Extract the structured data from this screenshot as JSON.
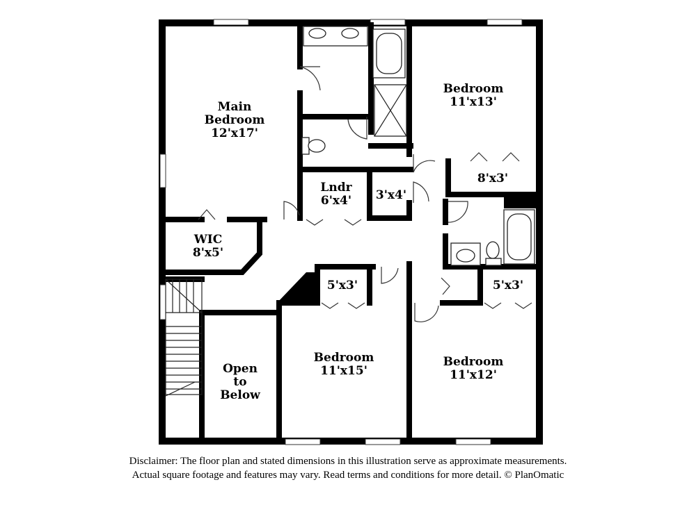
{
  "rooms": {
    "main_bedroom": {
      "name_line1": "Main",
      "name_line2": "Bedroom",
      "size": "12'x17'"
    },
    "bedroom_ne": {
      "name": "Bedroom",
      "size": "11'x13'"
    },
    "closet_ne": {
      "size": "8'x3'"
    },
    "laundry": {
      "name": "Lndr",
      "size": "6'x4'"
    },
    "closet_hall": {
      "size": "3'x4'"
    },
    "wic": {
      "name": "WIC",
      "size": "8'x5'"
    },
    "closet_center": {
      "size": "5'x3'"
    },
    "closet_se": {
      "size": "5'x3'"
    },
    "bedroom_center": {
      "name": "Bedroom",
      "size": "11'x15'"
    },
    "bedroom_se": {
      "name": "Bedroom",
      "size": "11'x12'"
    },
    "open_to_below": {
      "line1": "Open",
      "line2": "to",
      "line3": "Below"
    }
  },
  "disclaimer": {
    "line1": "Disclaimer: The floor plan and stated dimensions in this illustration serve as approximate measurements.",
    "line2": "Actual square footage and features may vary. Read terms and conditions for more detail. © PlanOmatic"
  }
}
